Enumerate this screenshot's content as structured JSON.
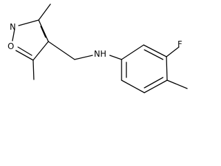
{
  "molecule": {
    "atoms": {
      "isoxazole_n": "N",
      "isoxazole_o": "O",
      "amine_nh": "NH",
      "fluorine": "F"
    }
  },
  "colors": {
    "bond": "#000000",
    "label": "#000000",
    "background": "#ffffff"
  }
}
